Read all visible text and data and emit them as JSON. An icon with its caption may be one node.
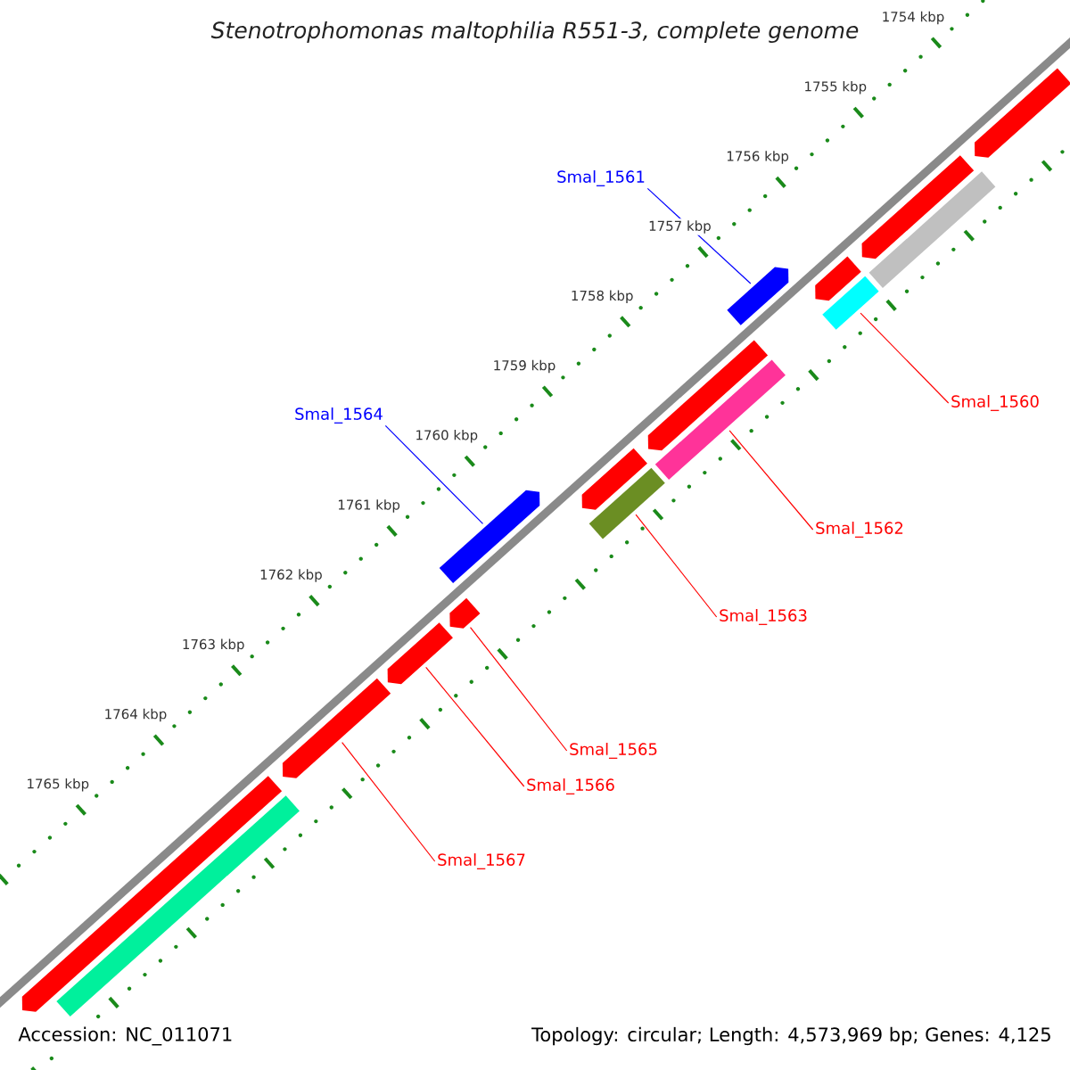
{
  "diagram": {
    "title": "Stenotrophomonas maltophilia R551-3, complete genome",
    "nodes": [
      {
        "text": [
          "Smal_1561"
        ]
      },
      {
        "text": [],
        "shape": "arrow"
      },
      {
        "text": [
          "Smal_1564"
        ]
      },
      {
        "text": [],
        "shape": "arrow"
      },
      {
        "text": [
          "Smal_1560"
        ]
      },
      {
        "text": [],
        "shape": "box"
      },
      {
        "text": [
          "Smal_1562"
        ]
      },
      {
        "text": [],
        "shape": "box"
      },
      {
        "text": [
          "Smal_1563"
        ]
      },
      {
        "text": [],
        "shape": "box"
      },
      {
        "text": [
          "Smal_1565"
        ]
      },
      {
        "text": [],
        "shape": "arrow"
      },
      {
        "text": [
          "Smal_1566"
        ]
      },
      {
        "text": [],
        "shape": "arrow"
      },
      {
        "text": [
          "Smal_1567"
        ]
      },
      {
        "text": [],
        "shape": "arrow"
      },
      {
        "text": [],
        "shape": "arrow"
      },
      {
        "text": [],
        "shape": "arrow"
      },
      {
        "text": [],
        "shape": "arrow"
      },
      {
        "text": [],
        "shape": "arrow"
      },
      {
        "text": [],
        "shape": "arrow"
      },
      {
        "text": [],
        "shape": "arrow"
      },
      {
        "text": [],
        "shape": "box"
      },
      {
        "text": [],
        "shape": "box"
      }
    ],
    "edges": [
      {
        "from": 0,
        "to": 1,
        "arrow": "none",
        "color": "#0000ff"
      },
      {
        "from": 2,
        "to": 3,
        "arrow": "none",
        "color": "#0000ff"
      },
      {
        "from": 4,
        "to": 5,
        "arrow": "none"
      },
      {
        "from": 6,
        "to": 7,
        "arrow": "none"
      },
      {
        "from": 8,
        "to": 9,
        "arrow": "none"
      },
      {
        "from": 10,
        "to": 11,
        "arrow": "none"
      },
      {
        "from": 12,
        "to": 13,
        "arrow": "none"
      },
      {
        "from": 14,
        "to": 15,
        "arrow": "none"
      }
    ],
    "labels": [
      "1754 kbp",
      "1755 kbp",
      "1756 kbp",
      "1757 kbp",
      "1758 kbp",
      "1759 kbp",
      "1760 kbp",
      "1761 kbp",
      "1762 kbp",
      "1763 kbp",
      "1764 kbp",
      "1765 kbp",
      "Accession: NC_011071",
      "Topology: circular; Length: 4,573,969 bp; Genes: 4,125"
    ]
  }
}
